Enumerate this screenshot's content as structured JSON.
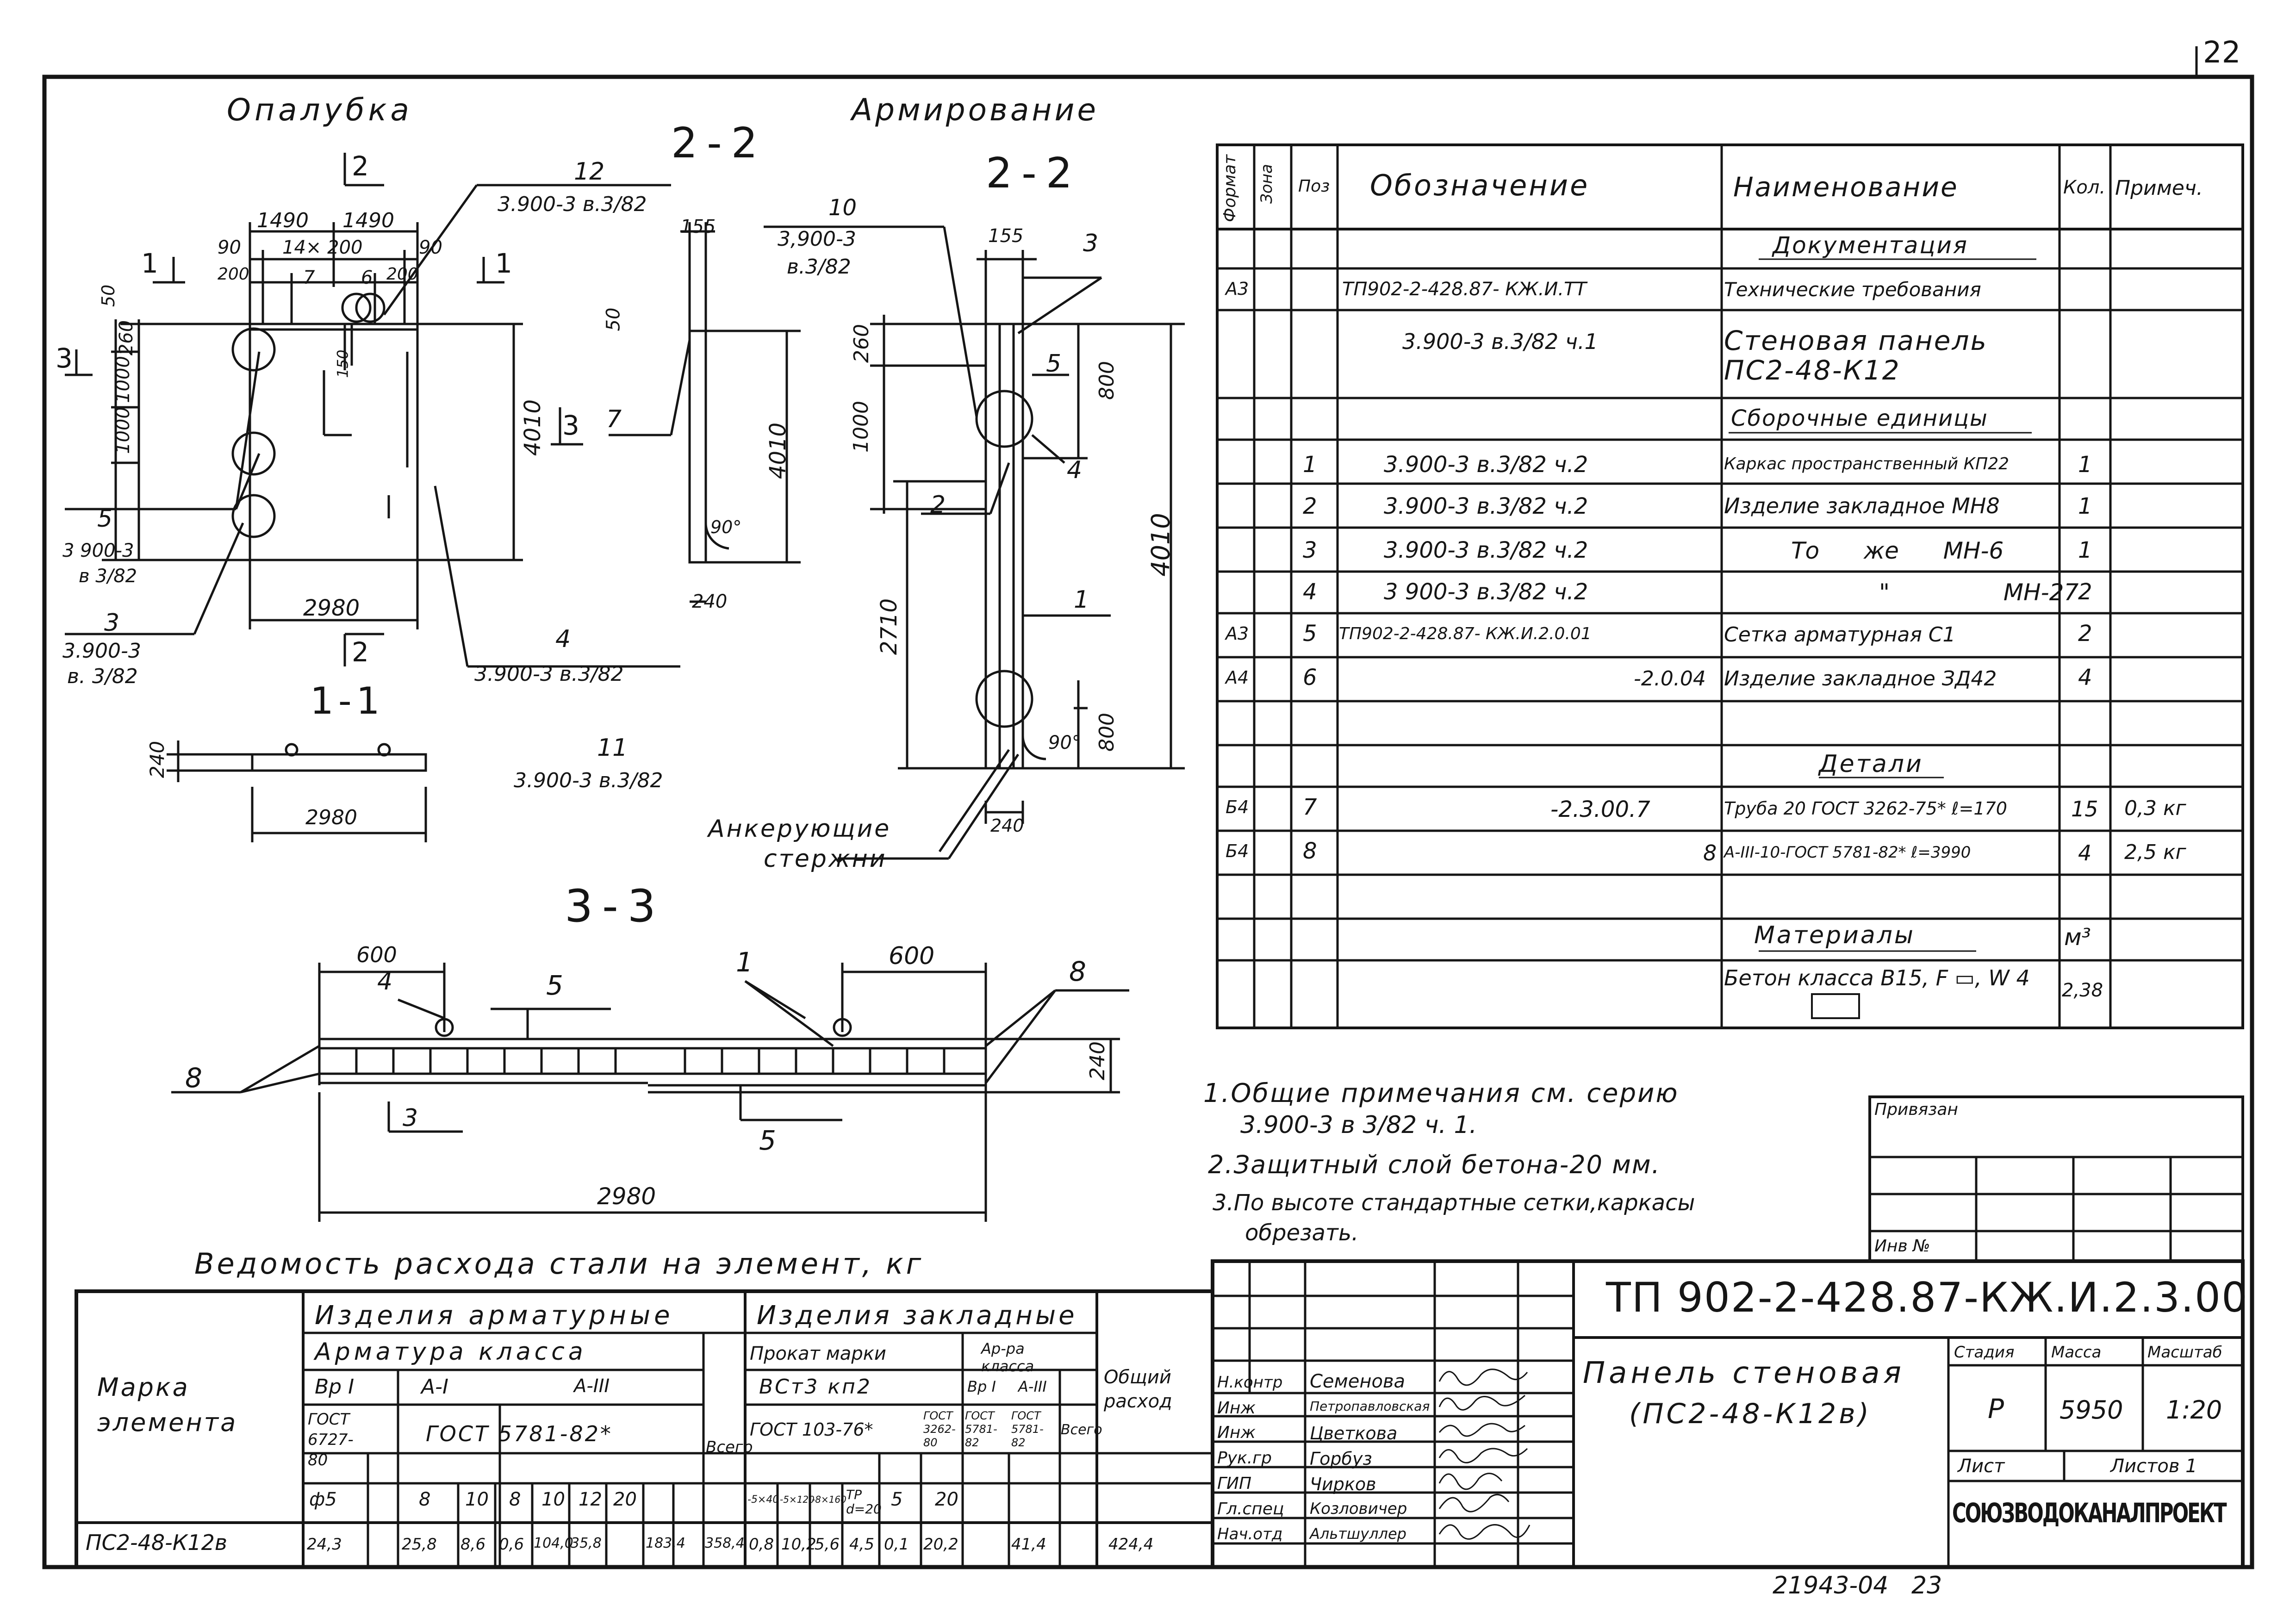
{
  "page": {
    "sheet_number": "22",
    "footer_code": "21943-04",
    "footer_page": "23"
  },
  "formwork": {
    "title": "Опалубка",
    "section_title": "2-2",
    "cut1": "1",
    "cut2": "2",
    "cut3": "3",
    "dims": {
      "d1490a": "1490",
      "d1490b": "1490",
      "d90a": "90",
      "d90b": "90",
      "d14x200": "14× 200",
      "d200a": "200",
      "d200b": "200",
      "d50": "50",
      "d260": "260",
      "d1000a": "1000",
      "d1000b": "1000",
      "d4010": "4010",
      "d150": "150",
      "d2980": "2980",
      "d7": "7",
      "d6": "6",
      "d155": "155",
      "d50b": "50",
      "d4010b": "4010",
      "d90deg": "90°",
      "d240": "240"
    },
    "callouts": {
      "c12": "12",
      "c12ref": "3.900-3 в.3/82",
      "c5": "5",
      "c5ref_a": "3 900-3",
      "c5ref_b": "в 3/82",
      "c3": "3",
      "c3ref_a": "3.900-3",
      "c3ref_b": "в. 3/82",
      "c4": "4",
      "c4ref": "3.900-3 в.3/82",
      "c7": "7"
    },
    "section11": {
      "title": "1-1",
      "d240": "240",
      "d2980": "2980"
    },
    "c11": "11",
    "c11ref": "3.900-3 в.3/82"
  },
  "reinforcement": {
    "title": "Армирование",
    "section_title": "2-2",
    "c10": "10",
    "c10ref_a": "3,900-3",
    "c10ref_b": "в.3/82",
    "d155": "155",
    "c3": "3",
    "d260": "260",
    "d1000": "1000",
    "c5": "5",
    "d800a": "800",
    "c4": "4",
    "d4010": "4010",
    "c2": "2",
    "d2710": "2710",
    "c1": "1",
    "d90": "90°",
    "d800b": "800",
    "d240": "240",
    "anchor_a": "Анкерующие",
    "anchor_b": "стержни"
  },
  "section33": {
    "title": "3-3",
    "d600a": "600",
    "c4": "4",
    "c5a": "5",
    "c1": "1",
    "d600b": "600",
    "c8a": "8",
    "c8b": "8",
    "d240": "240",
    "c3": "3",
    "c5b": "5",
    "d2980": "2980"
  },
  "spec": {
    "headers": {
      "format": "Формат",
      "zone": "Зона",
      "pos": "Поз",
      "designation": "Обозначение",
      "name": "Наименование",
      "qty": "Кол.",
      "note": "Примеч."
    },
    "rows": [
      {
        "format": "",
        "zone": "",
        "pos": "",
        "designation": "",
        "name": "Документация",
        "qty": "",
        "note": "",
        "section": true
      },
      {
        "format": "А3",
        "zone": "",
        "pos": "",
        "designation": "ТП902-2-428.87- КЖ.И.ТТ",
        "name": "Технические требования",
        "qty": "",
        "note": ""
      },
      {
        "format": "",
        "zone": "",
        "pos": "",
        "designation": "3.900-3 в.3/82 ч.1",
        "name": "Стеновая панель ПС2-48-К12",
        "qty": "",
        "note": ""
      },
      {
        "format": "",
        "zone": "",
        "pos": "",
        "designation": "",
        "name": "Сборочные единицы",
        "qty": "",
        "note": "",
        "section": true
      },
      {
        "format": "",
        "zone": "",
        "pos": "1",
        "designation": "3.900-3 в.3/82 ч.2",
        "name": "Каркас пространственный КП22",
        "qty": "1",
        "note": ""
      },
      {
        "format": "",
        "zone": "",
        "pos": "2",
        "designation": "3.900-3 в.3/82 ч.2",
        "name": "Изделие закладное МН8",
        "qty": "1",
        "note": ""
      },
      {
        "format": "",
        "zone": "",
        "pos": "3",
        "designation": "3.900-3 в.3/82 ч.2",
        "name": "То же МН-6",
        "qty": "1",
        "note": ""
      },
      {
        "format": "",
        "zone": "",
        "pos": "4",
        "designation": "3 900-3 в.3/82 ч.2",
        "name": "\" МН-27",
        "qty": "2",
        "note": ""
      },
      {
        "format": "А3",
        "zone": "",
        "pos": "5",
        "designation": "ТП902-2-428.87- КЖ.И.2.0.01",
        "name": "Сетка арматурная С1",
        "qty": "2",
        "note": ""
      },
      {
        "format": "А4",
        "zone": "",
        "pos": "6",
        "designation": "-2.0.04",
        "name": "Изделие закладное ЗД42",
        "qty": "4",
        "note": ""
      },
      {
        "format": "",
        "zone": "",
        "pos": "",
        "designation": "",
        "name": "",
        "qty": "",
        "note": ""
      },
      {
        "format": "",
        "zone": "",
        "pos": "",
        "designation": "",
        "name": "Детали",
        "qty": "",
        "note": "",
        "section": true
      },
      {
        "format": "Б4",
        "zone": "",
        "pos": "7",
        "designation": "-2.3.00.7",
        "name": "Труба 20 ГОСТ 3262-75* ℓ=170",
        "qty": "15",
        "note": "0,3 кг"
      },
      {
        "format": "Б4",
        "zone": "",
        "pos": "8",
        "designation": "8",
        "name": "А-III-10-ГОСТ 5781-82* ℓ=3990",
        "qty": "4",
        "note": "2,5 кг"
      },
      {
        "format": "",
        "zone": "",
        "pos": "",
        "designation": "",
        "name": "",
        "qty": "",
        "note": ""
      },
      {
        "format": "",
        "zone": "",
        "pos": "",
        "designation": "",
        "name": "Материалы",
        "qty": "м³",
        "note": "",
        "section": true
      },
      {
        "format": "",
        "zone": "",
        "pos": "",
        "designation": "",
        "name": "Бетон класса В15, F ▭, W 4",
        "qty": "2,38",
        "note": ""
      }
    ]
  },
  "notes": {
    "n1a": "1.Общие примечания см. серию",
    "n1b": "3.900-3 в 3/82 ч. 1.",
    "n2": "2.Защитный слой бетона-20 мм.",
    "n3a": "3.По высоте стандартные сетки,каркасы",
    "n3b": "обрезать."
  },
  "binding": {
    "tied": "Привязан",
    "inv": "Инв №"
  },
  "steel": {
    "title": "Ведомость расхода стали на элемент, кг",
    "h_mark": "Марка элемента",
    "h_arm": "Изделия арматурные",
    "h_armclass": "Арматура класса",
    "h_bp1": "Вр I",
    "h_gost6727": "ГОСТ 6727-80",
    "h_a1": "А-I",
    "h_a3": "А-III",
    "h_gost5781": "ГОСТ 5781-82*",
    "h_total1": "Всего",
    "h_emb": "Изделия закладные",
    "h_rolled": "Прокат марки",
    "h_vst": "ВСт3 кп2",
    "h_gost103": "ГОСТ 103-76*",
    "h_rebclass": "Ар-ра класса",
    "h_bp1b": "Вр I",
    "h_a3b": "А-III",
    "h_g3262": "ГОСТ 3262-80",
    "h_g5781a": "ГОСТ 5781-82",
    "h_g5781b": "ГОСТ 5781-82",
    "h_total2": "Всего",
    "h_overall": "Общий расход",
    "diam": [
      "ф5",
      "",
      "8",
      "10",
      "8",
      "10",
      "12",
      "20",
      "",
      "-5×40",
      "-5×120",
      "-8×160",
      "ТР d=20",
      "5",
      "20",
      ""
    ],
    "row_mark": "ПС2-48-К12в",
    "row_values": [
      "24,3",
      "",
      "25,8",
      "8,6",
      "0,6",
      "104,0",
      "35,8",
      "183,4",
      "358,4",
      "0,8",
      "10,2",
      "5,6",
      "4,5",
      "0,1",
      "20,2",
      "41,4",
      "424,4"
    ]
  },
  "stamp": {
    "code": "ТП 902-2-428.87-КЖ.И.2.3.00",
    "title_a": "Панель стеновая",
    "title_b": "(ПС2-48-К12в)",
    "h_stage": "Стадия",
    "h_mass": "Масса",
    "h_scale": "Масштаб",
    "stage": "Р",
    "mass": "5950",
    "scale": "1:20",
    "sheet": "Лист",
    "sheets": "Листов 1",
    "org": "СОЮЗВОДОКАНАЛПРОЕКТ",
    "people": [
      {
        "role": "Н.контр",
        "name": "Семенова"
      },
      {
        "role": "Инж",
        "name": "Петропавловская"
      },
      {
        "role": "Инж",
        "name": "Цветкова"
      },
      {
        "role": "Рук.гр",
        "name": "Горбуз"
      },
      {
        "role": "ГИП",
        "name": "Чирков"
      },
      {
        "role": "Гл.спец",
        "name": "Козловичер"
      },
      {
        "role": "Нач.отд",
        "name": "Альтшуллер"
      }
    ]
  }
}
